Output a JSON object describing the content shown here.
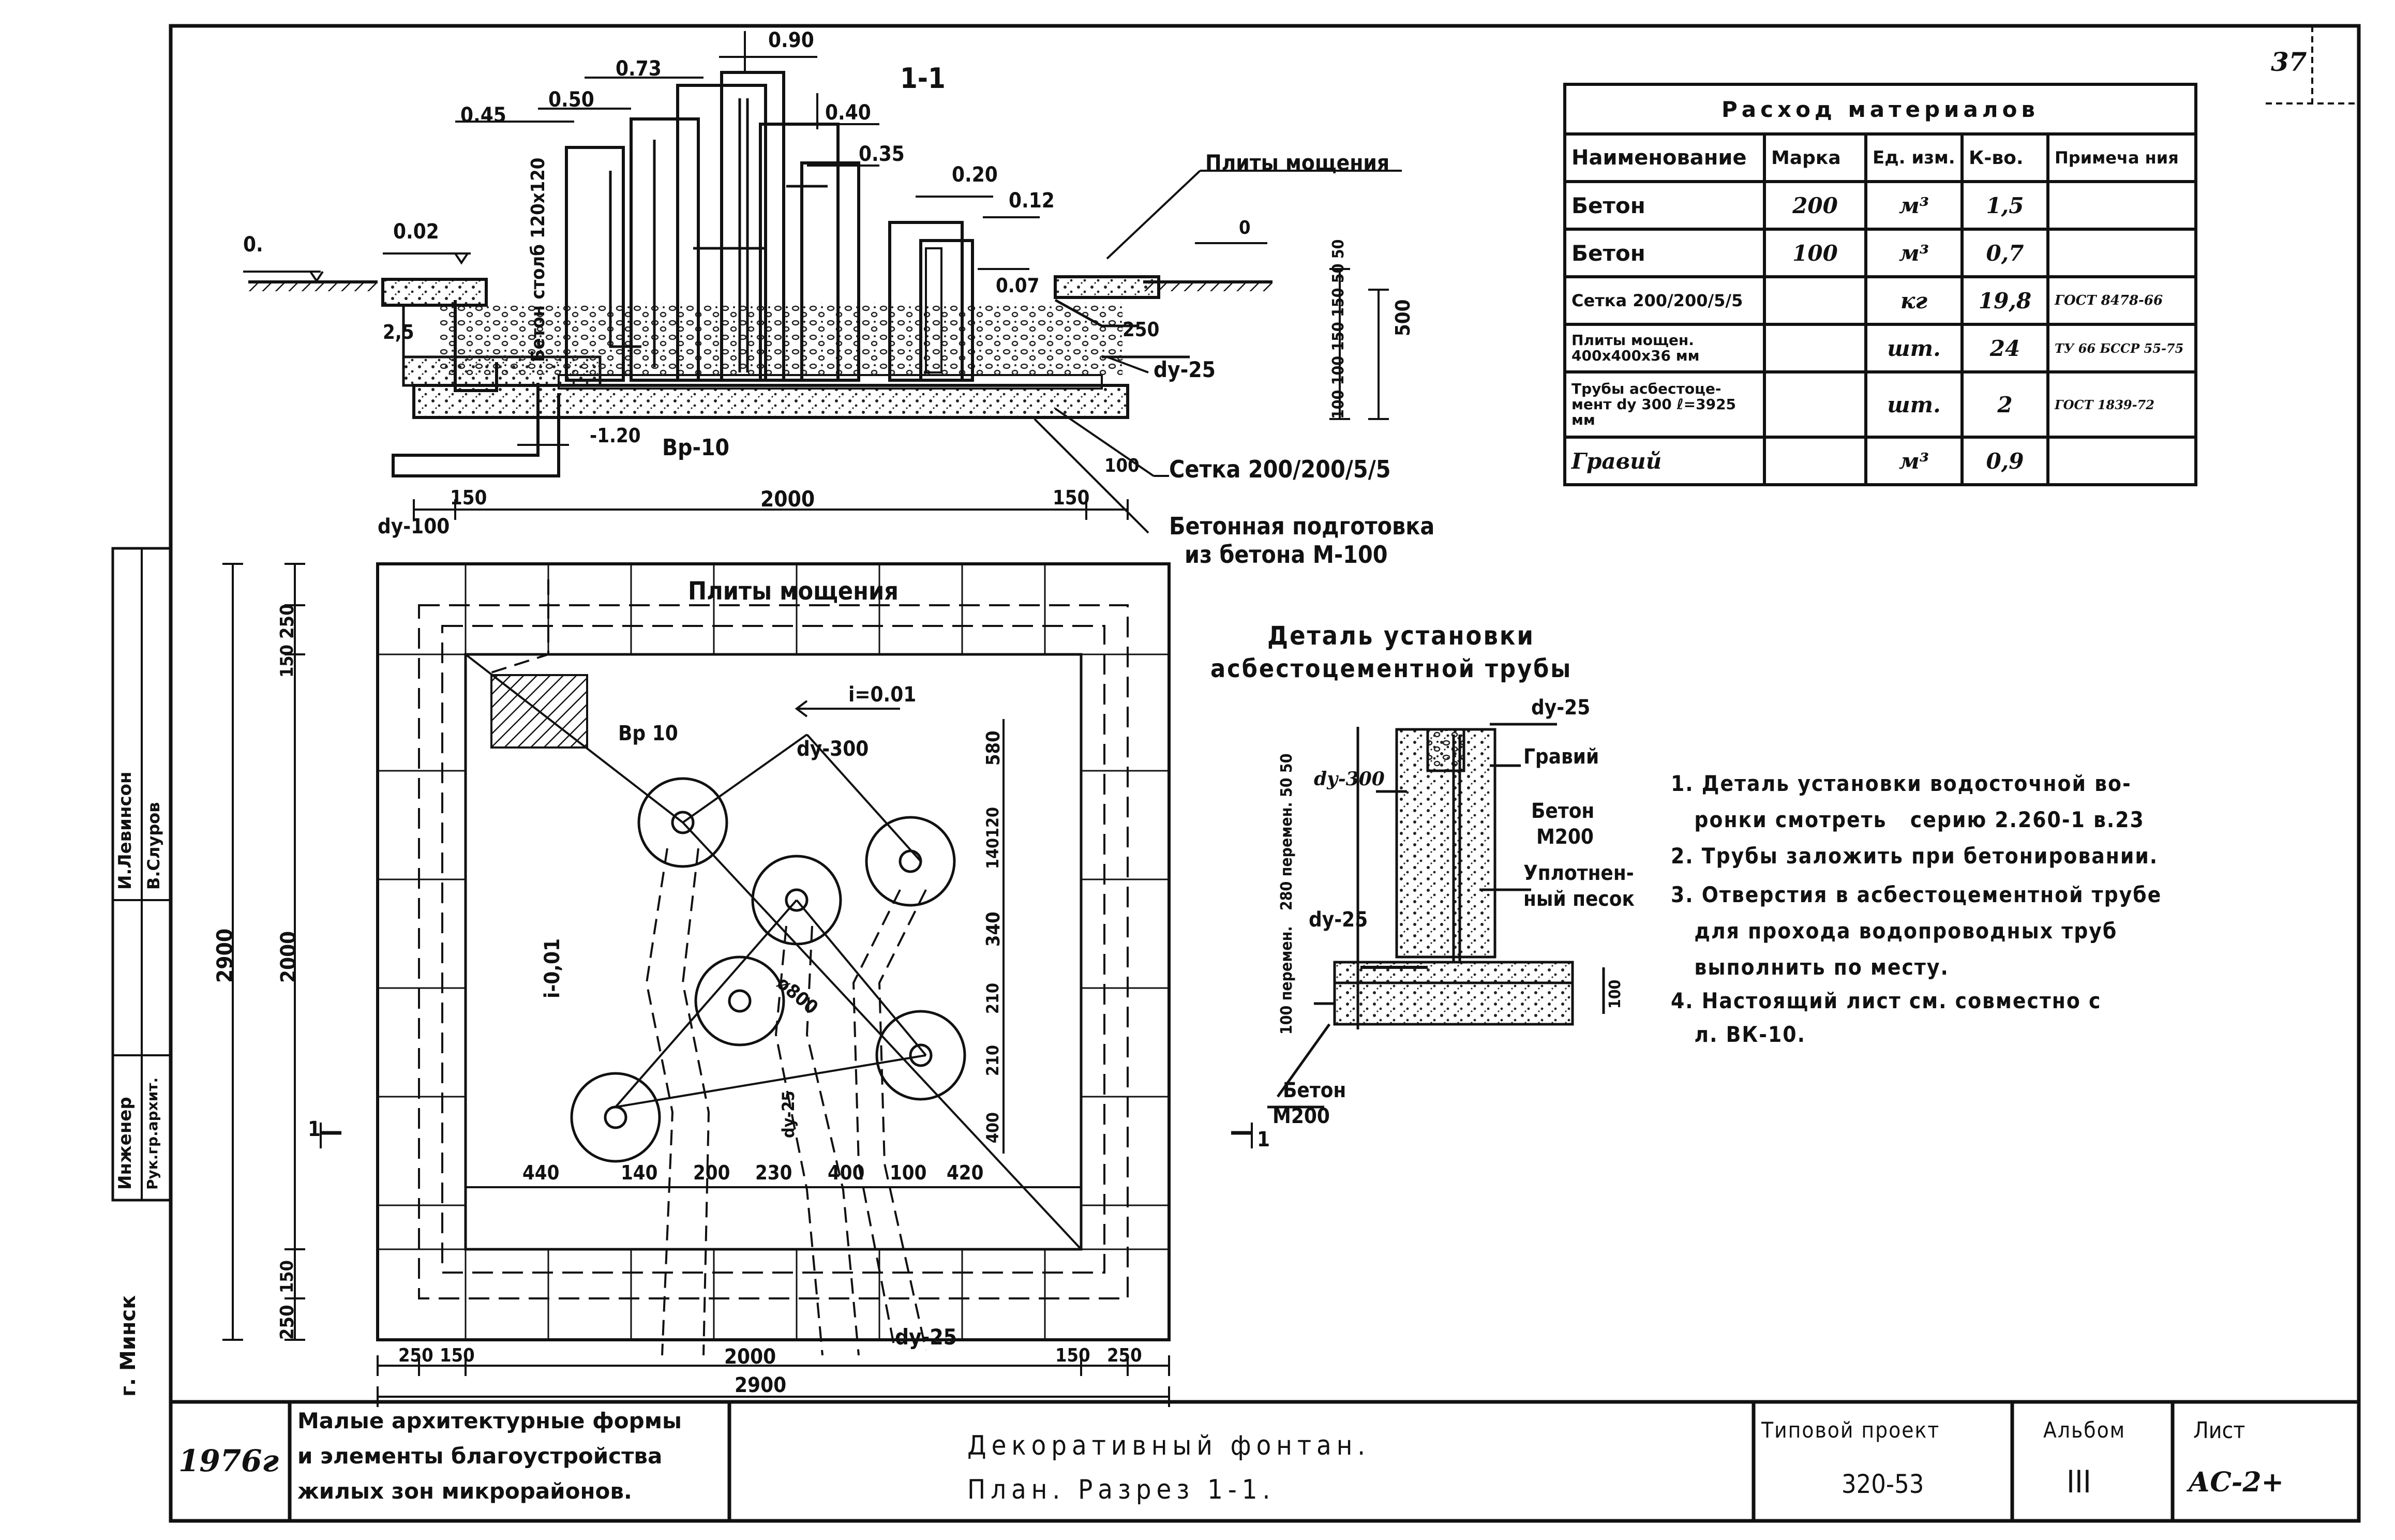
{
  "sheet_number": "37",
  "section_title": "1-1",
  "section_labels": {
    "top_level": "0.90",
    "l_073": "0.73",
    "l_050": "0.50",
    "l_045": "0.45",
    "l_040": "0.40",
    "l_035": "0.35",
    "l_020": "0.20",
    "l_012": "0.12",
    "l_002": "0.02",
    "l_0": "0.",
    "l_007": "0.07",
    "l_b": "0",
    "l_neg120": "-1.20",
    "post": "Бетон столб 120х120",
    "paving_slabs": "Плиты мощения",
    "d25": "dу-25",
    "s25": "2,5",
    "d250": "250",
    "bp10": "Bр-10",
    "mesh": "Сетка 200/200/5/5",
    "d100": "100",
    "concrete_prep_1": "Бетонная подготовка",
    "concrete_prep_2": "из бетона  М-100",
    "dim_150a": "150",
    "dim_2000": "2000",
    "dim_150b": "150",
    "dim_500": "500",
    "dim_stack": "100 100 150 150 50 50"
  },
  "materials_table": {
    "title": "Расход  материалов",
    "headers": [
      "Наименование",
      "Марка",
      "Ед. изм.",
      "К-во.",
      "Примеча ния"
    ],
    "rows": [
      [
        "Бетон",
        "200",
        "м³",
        "1,5",
        ""
      ],
      [
        "Бетон",
        "100",
        "м³",
        "0,7",
        ""
      ],
      [
        "Сетка 200/200/5/5",
        "",
        "кг",
        "19,8",
        "ГОСТ 8478-66"
      ],
      [
        "Плиты мощен. 400х400х36 мм",
        "",
        "шт.",
        "24",
        "ТУ 66 БССР 55-75"
      ],
      [
        "Трубы асбестоце- мент dу 300 ℓ=3925 мм",
        "",
        "шт.",
        "2",
        "ГОСТ 1839-72"
      ],
      [
        "Гравий",
        "",
        "м³",
        "0,9",
        ""
      ]
    ]
  },
  "plan_labels": {
    "du100": "dу-100",
    "paving": "Плиты мощения",
    "slope": "i=0.01",
    "bp10": "Bр 10",
    "du300": "dу-300",
    "d800": "ø800",
    "du25v": "dу-25",
    "i001": "i-0,01",
    "d580": "580",
    "d120": "120",
    "d140": "140",
    "d340": "340",
    "d210a": "210",
    "d210b": "210",
    "d400": "400",
    "d440": "440",
    "d140b": "140",
    "d200": "200",
    "d230": "230",
    "d400b": "400",
    "d100b": "100",
    "d420": "420",
    "d250top": "250",
    "d150top": "150",
    "d2000v": "2000",
    "d150bot": "150",
    "d250bot": "250",
    "d2900v": "2900",
    "d250a": "250",
    "d150a": "150",
    "d2000h": "2000",
    "d150c": "150",
    "d250c": "250",
    "d2900h": "2900",
    "du25b": "dу-25",
    "cut": "1"
  },
  "detail": {
    "title_1": "Деталь установки",
    "title_2": "асбестоцементной трубы",
    "du25_top": "dу-25",
    "gravel": "Гравий",
    "du300": "dу-300",
    "concrete": "Бетон",
    "m200": "М200",
    "sand_1": "Уплотнен-",
    "sand_2": "ный песок",
    "du25_side": "dу-25",
    "var_1": "280 перемен. 50 50",
    "var_2": "100 перемен.",
    "d100": "100",
    "bot_concrete": "Бетон",
    "bot_m200": "М200"
  },
  "notes": [
    "1. Деталь установки водосточной во-",
    "   ронки смотреть   серию 2.260-1 в.23",
    "2. Трубы заложить при бетонировании.",
    "3. Отверстия в асбестоцементной трубе",
    "   для прохода водопроводных труб",
    "   выполнить по месту.",
    "4. Настоящий лист см. совместно с",
    "   л. ВК-10."
  ],
  "side_stamp": {
    "city": "г. Минск",
    "row1_role": "Инженер",
    "row1_name": "И.Левинсон",
    "row2_role": "Рук.гр.архит.",
    "row2_name": "В.Слуров"
  },
  "title_block": {
    "year": "1976г",
    "series_1": "Малые архитектурные формы",
    "series_2": "и элементы благоустройства",
    "series_3": "жилых зон микрорайонов.",
    "name_1": "Декоративный фонтан.",
    "name_2": "План. Разрез 1-1.",
    "project_label": "Типовой проект",
    "project_value": "320-53",
    "album_label": "Альбом",
    "album_value": "III",
    "sheet_label": "Лист",
    "sheet_value": "АС-2+"
  }
}
